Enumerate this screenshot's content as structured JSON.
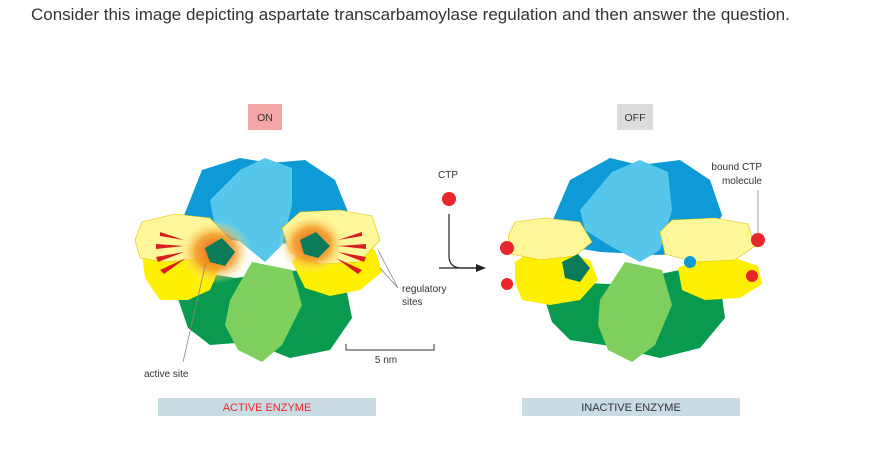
{
  "question": {
    "text": "Consider this image depicting aspartate transcarbamoylase regulation and then answer the question."
  },
  "diagram": {
    "state_on": "ON",
    "state_off": "OFF",
    "ctp_label": "CTP",
    "regulatory_sites_line1": "regulatory",
    "regulatory_sites_line2": "sites",
    "scale_label": "5 nm",
    "active_site_label": "active site",
    "bound_ctp_line1": "bound CTP",
    "bound_ctp_line2": "molecule",
    "active_caption": "ACTIVE ENZYME",
    "inactive_caption": "INACTIVE ENZYME"
  },
  "colors": {
    "on_badge": "#f4a6a6",
    "off_badge": "#dcdcdc",
    "caption_bar": "#c9dbe3",
    "active_text": "#e8262b",
    "ctp_red": "#e8262b",
    "blue_dark": "#0e9ad7",
    "blue_light": "#56c7ea",
    "yellow": "#ffef00",
    "yellow_pale": "#fff79a",
    "green_dark": "#0a9a4f",
    "green_light": "#7fcf5e"
  }
}
